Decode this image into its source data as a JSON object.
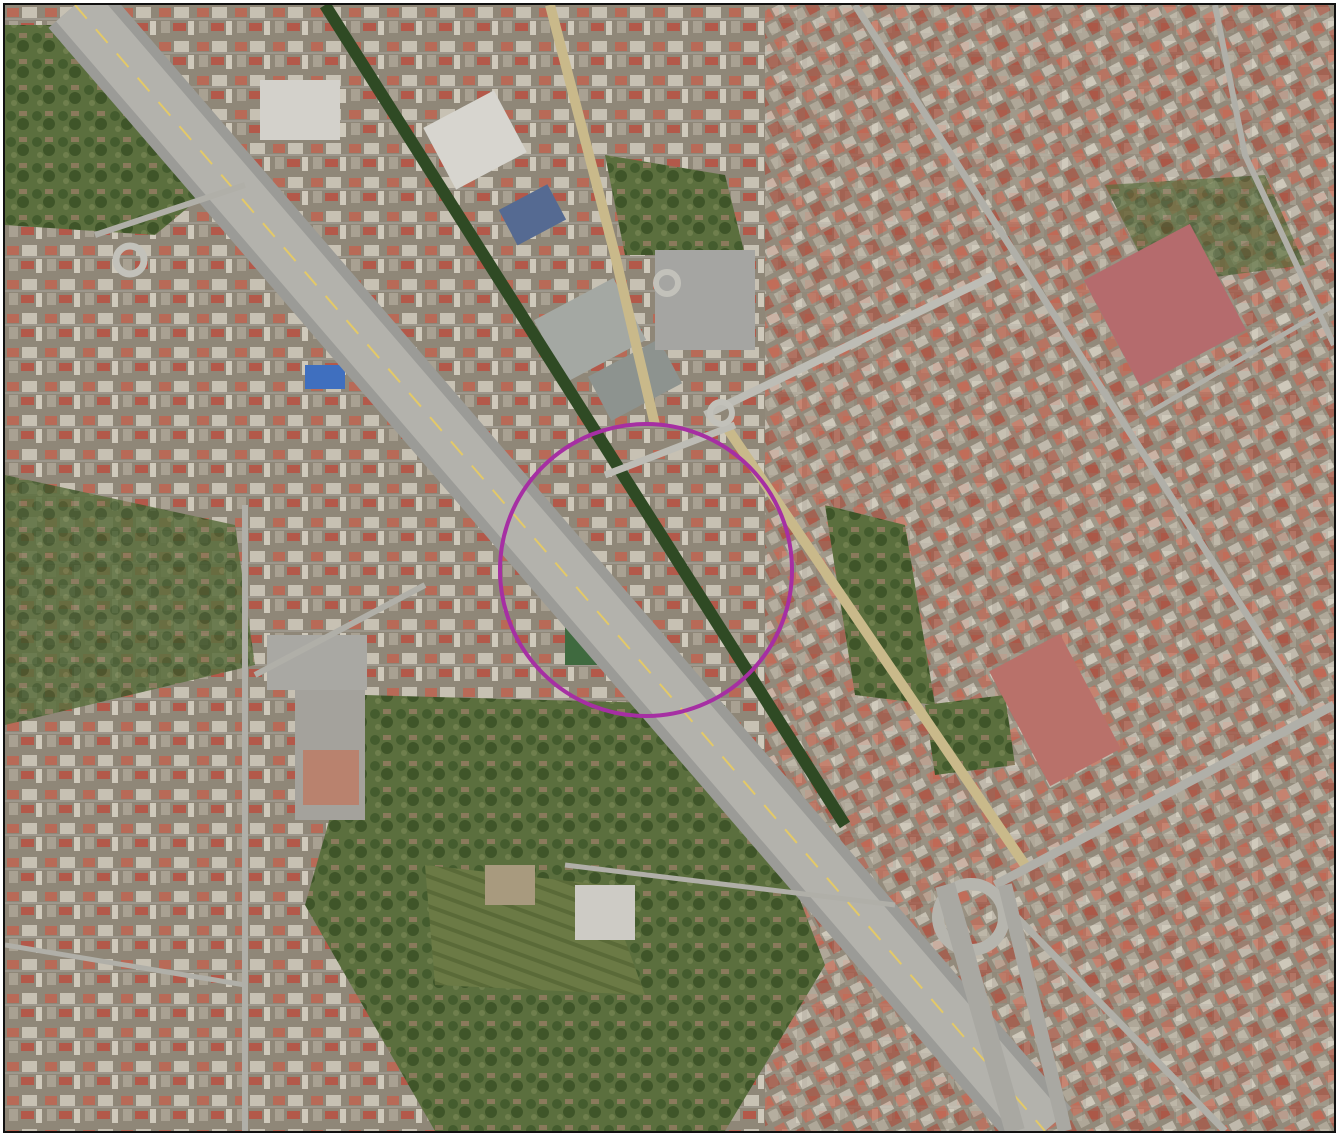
{
  "map": {
    "view": "satellite",
    "colors": {
      "urban_base": "#8c8577",
      "green": "#4f6a36",
      "roof_red": "#b5604f",
      "roof_light": "#c9c4b8",
      "road": "#a8a8a4",
      "highlight_circle": "#a62fa3",
      "frame_border": "#111111"
    },
    "highlight": {
      "shape": "circle",
      "color": "#a62fa3"
    },
    "icons": [
      "highlight-circle"
    ]
  }
}
